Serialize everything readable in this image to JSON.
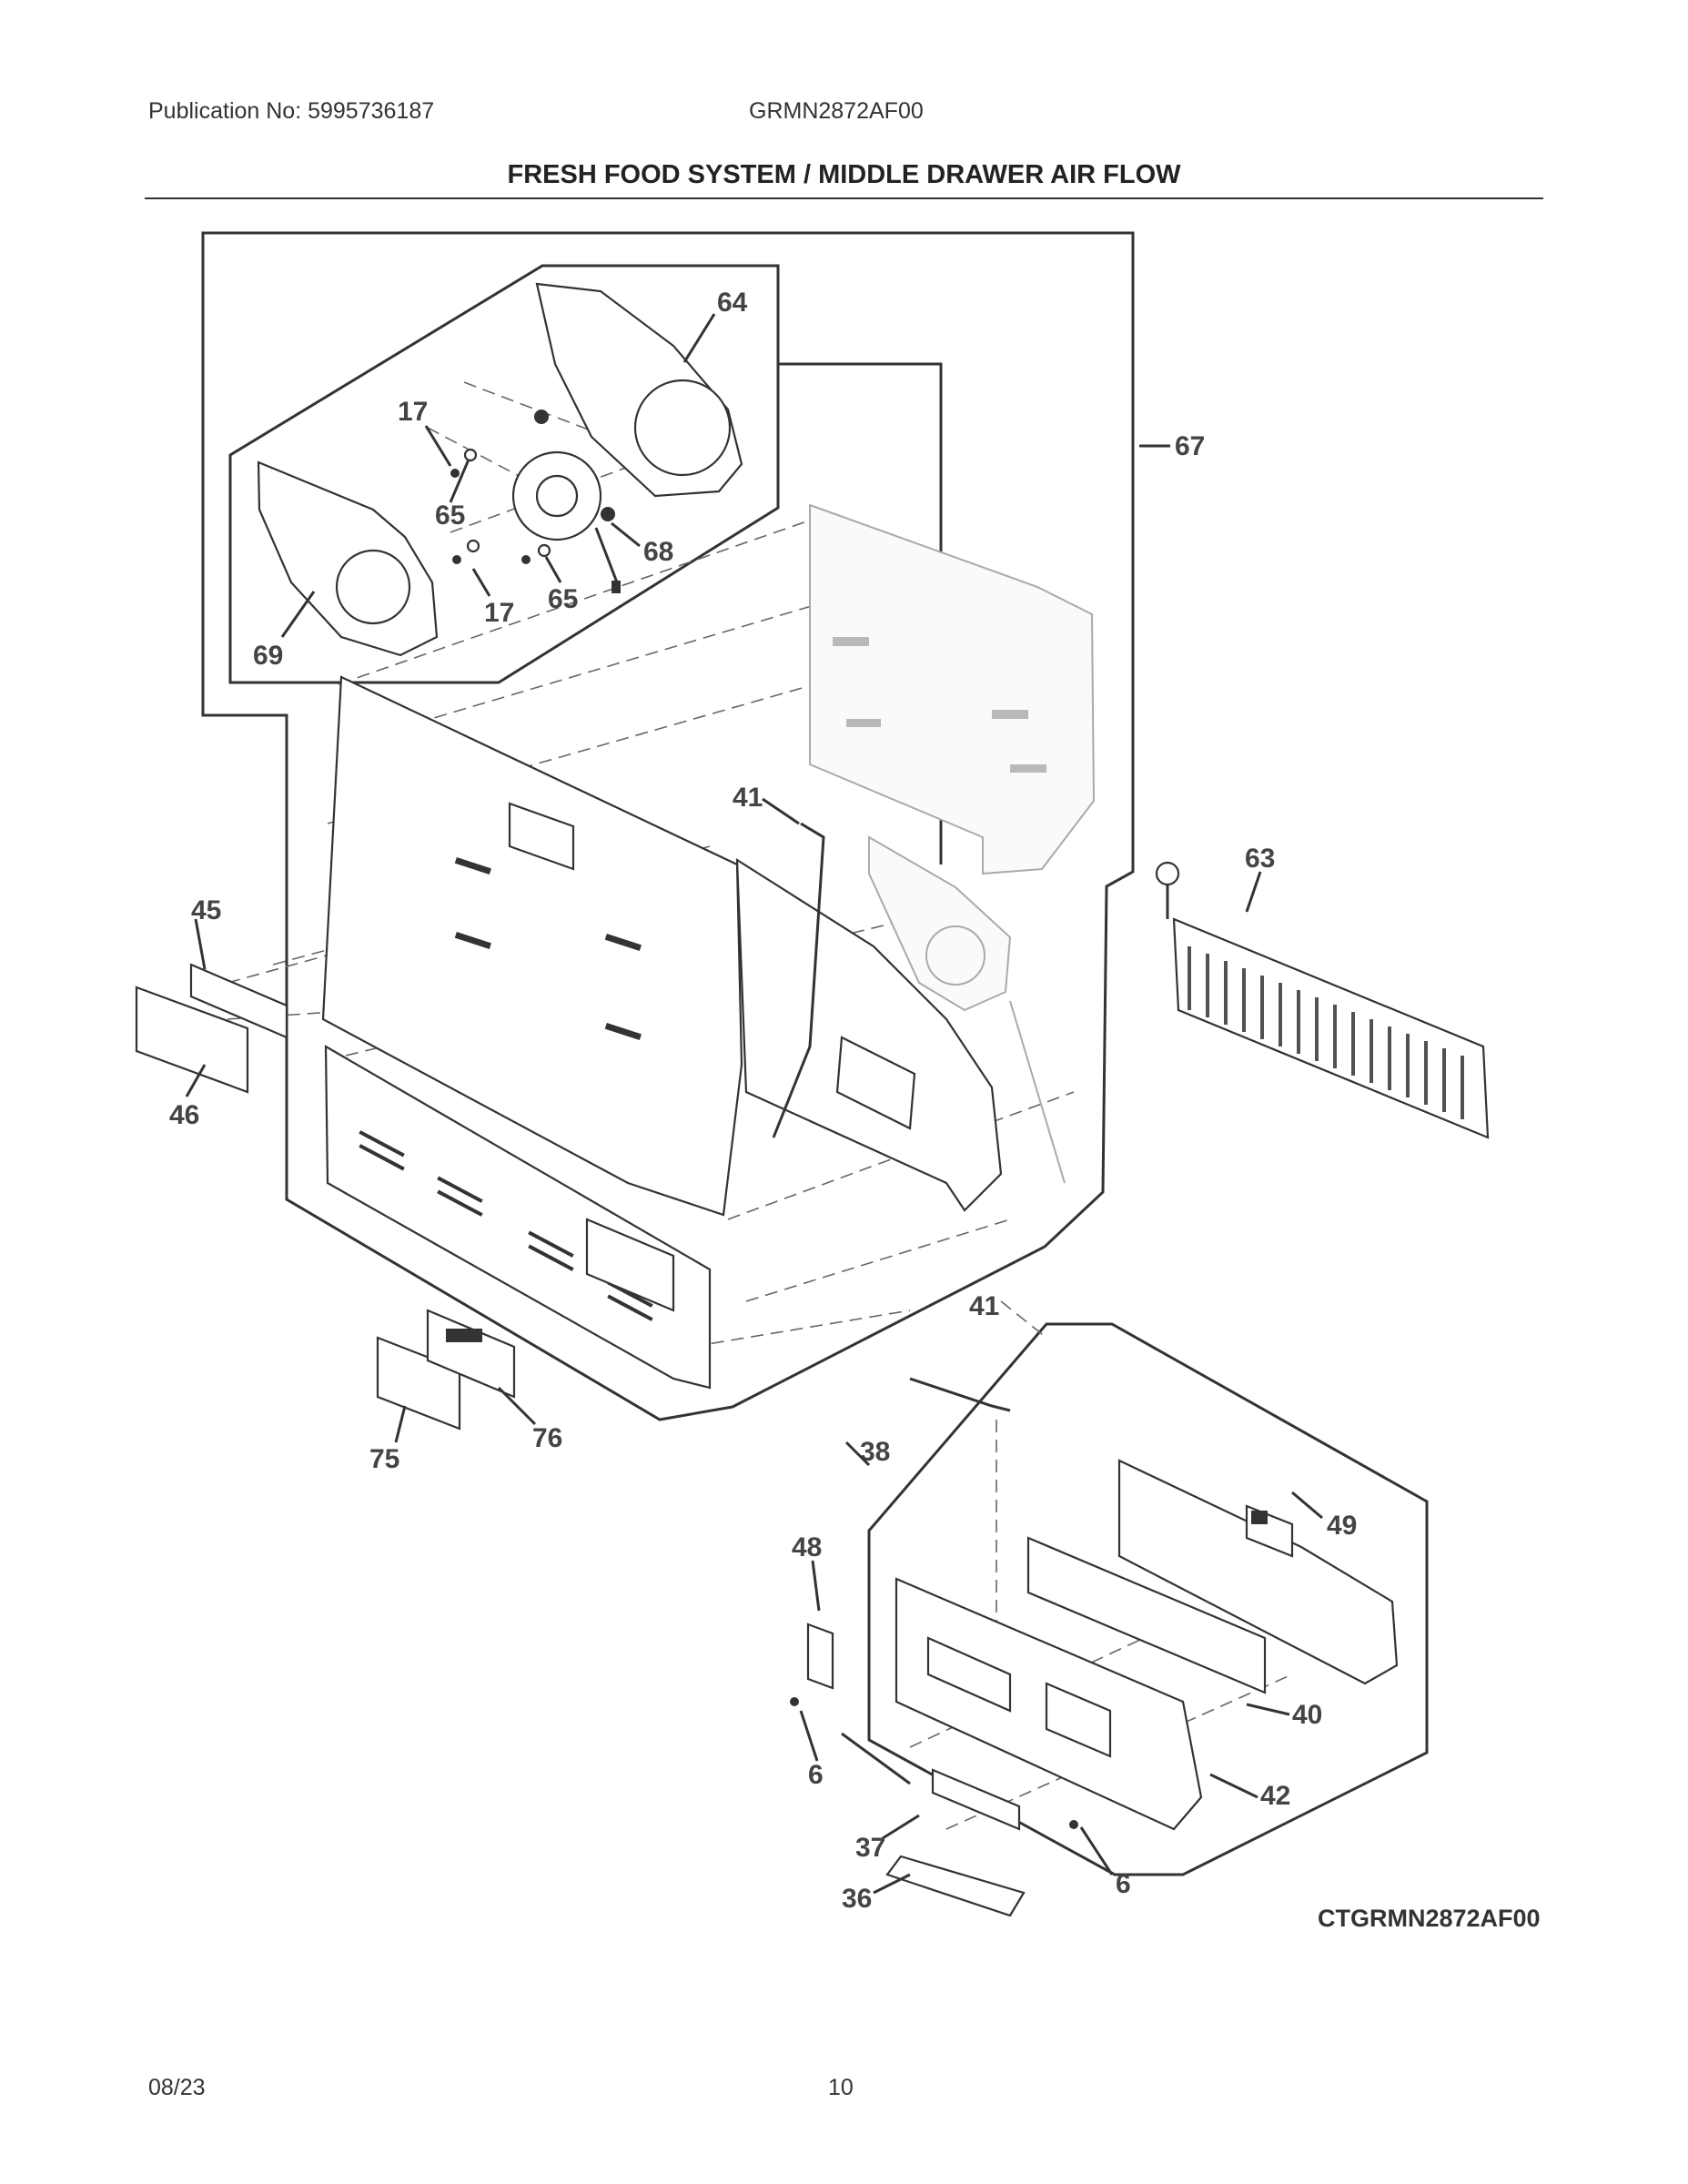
{
  "header": {
    "publication": "Publication No: 5995736187",
    "model": "GRMN2872AF00",
    "title": "FRESH FOOD SYSTEM / MIDDLE DRAWER AIR FLOW"
  },
  "diagram": {
    "code": "CTGRMN2872AF00",
    "callouts": {
      "c64": "64",
      "c17a": "17",
      "c65a": "65",
      "c68": "68",
      "c17b": "17",
      "c65b": "65",
      "c69": "69",
      "c67": "67",
      "c41a": "41",
      "c63": "63",
      "c45": "45",
      "c46": "46",
      "c41b": "41",
      "c75": "75",
      "c76": "76",
      "c38": "38",
      "c49": "49",
      "c48": "48",
      "c40": "40",
      "c6a": "6",
      "c42": "42",
      "c37": "37",
      "c6b": "6",
      "c36": "36"
    }
  },
  "footer": {
    "date": "08/23",
    "page": "10"
  }
}
